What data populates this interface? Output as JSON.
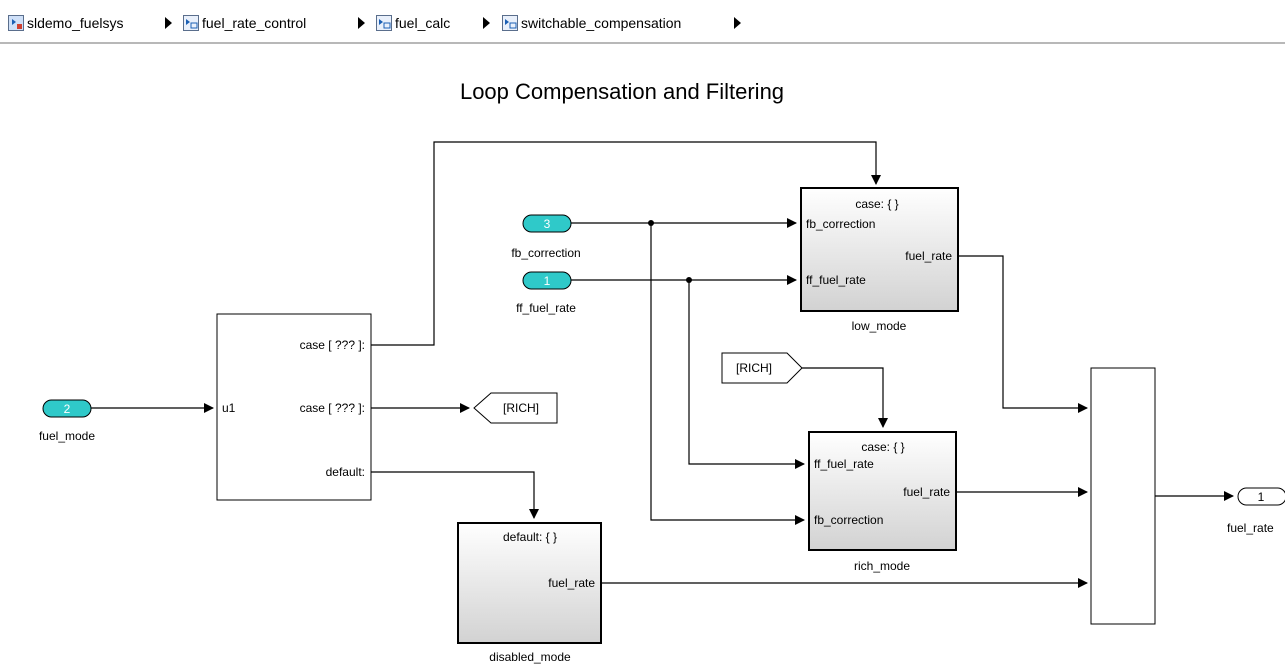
{
  "breadcrumb": {
    "items": [
      {
        "label": "sldemo_fuelsys",
        "icon": "model-icon"
      },
      {
        "label": "fuel_rate_control",
        "icon": "subsystem-icon"
      },
      {
        "label": "fuel_calc",
        "icon": "subsystem-icon"
      },
      {
        "label": "switchable_compensation",
        "icon": "subsystem-icon"
      }
    ]
  },
  "diagram": {
    "title": "Loop Compensation and Filtering",
    "inports": [
      {
        "number": "3",
        "label": "fb_correction"
      },
      {
        "number": "1",
        "label": "ff_fuel_rate"
      },
      {
        "number": "2",
        "label": "fuel_mode"
      }
    ],
    "outport": {
      "number": "1",
      "label": "fuel_rate"
    },
    "switch_case": {
      "input": "u1",
      "outputs": [
        "case [ ??? ]:",
        "case [ ??? ]:",
        "default:"
      ]
    },
    "goto_tag": "[RICH]",
    "from_tag": "[RICH]",
    "low_mode": {
      "name": "low_mode",
      "action": "case: { }",
      "inputs": [
        "fb_correction",
        "ff_fuel_rate"
      ],
      "output": "fuel_rate"
    },
    "rich_mode": {
      "name": "rich_mode",
      "action": "case: { }",
      "inputs": [
        "ff_fuel_rate",
        "fb_correction"
      ],
      "output": "fuel_rate"
    },
    "disabled_mode": {
      "name": "disabled_mode",
      "action": "default: { }",
      "output": "fuel_rate"
    },
    "colors": {
      "port_fill": "#2fc9c9",
      "line": "#000000",
      "block_border": "#000000",
      "block_gradient_top": "#ffffff",
      "block_gradient_bottom": "#d4d4d4"
    }
  }
}
